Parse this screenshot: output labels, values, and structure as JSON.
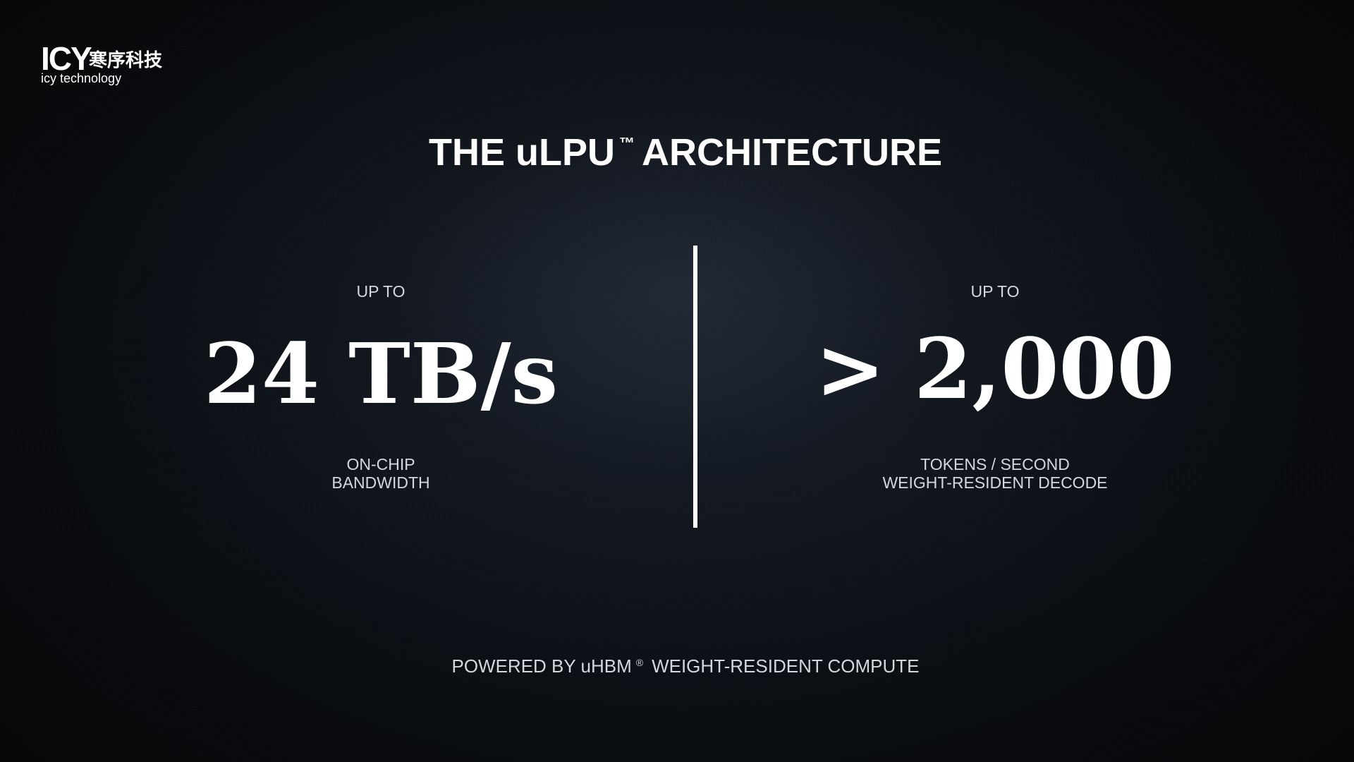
{
  "logo": {
    "mark": "ICY",
    "chinese_name": "寒序科技",
    "english_name": "icy technology"
  },
  "title": {
    "before_mark": "THE uLPU",
    "mark": "™",
    "after_mark": "ARCHITECTURE"
  },
  "stats": [
    {
      "prefix": "UP TO",
      "value": "24 TB/s",
      "caption_lines": [
        "ON-CHIP",
        "BANDWIDTH"
      ]
    },
    {
      "prefix": "UP TO",
      "value": "> 2,000",
      "caption_lines": [
        "TOKENS / SECOND",
        "WEIGHT-RESIDENT DECODE"
      ]
    }
  ],
  "footer": {
    "before_mark": "POWERED BY uHBM",
    "mark": "®",
    "after_mark": "WEIGHT-RESIDENT COMPUTE"
  }
}
